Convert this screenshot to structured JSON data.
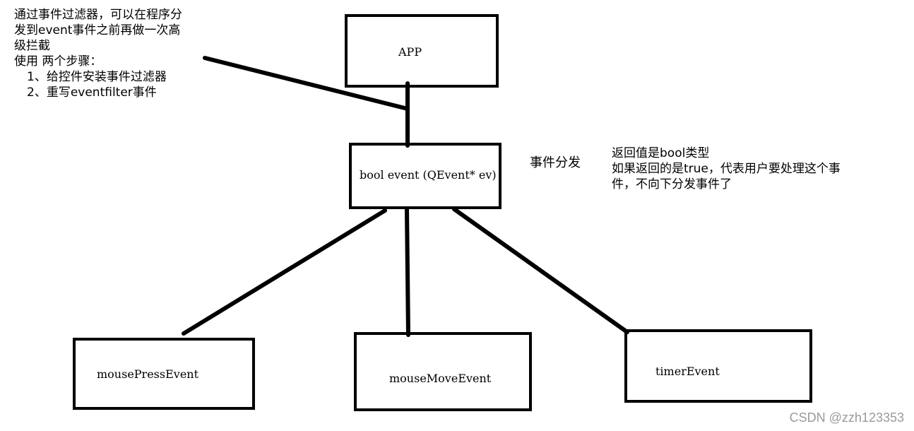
{
  "top_note": {
    "lines": [
      "通过事件过滤器，可以在程序分",
      "发到event事件之前再做一次高",
      "级拦截",
      "使用 两个步骤：",
      "  1、给控件安装事件过滤器",
      "  2、重写eventfilter事件"
    ]
  },
  "nodes": {
    "app": "APP",
    "event": "bool event (QEvent* ev)",
    "press": "mousePressEvent",
    "move": "mouseMoveEvent",
    "timer": "timerEvent"
  },
  "dispatch_label": "事件分发",
  "return_note": {
    "lines": [
      "返回值是bool类型",
      "如果返回的是true，代表用户要处理这个事",
      "件，不向下分发事件了"
    ]
  },
  "watermark": "CSDN @zzh123353"
}
